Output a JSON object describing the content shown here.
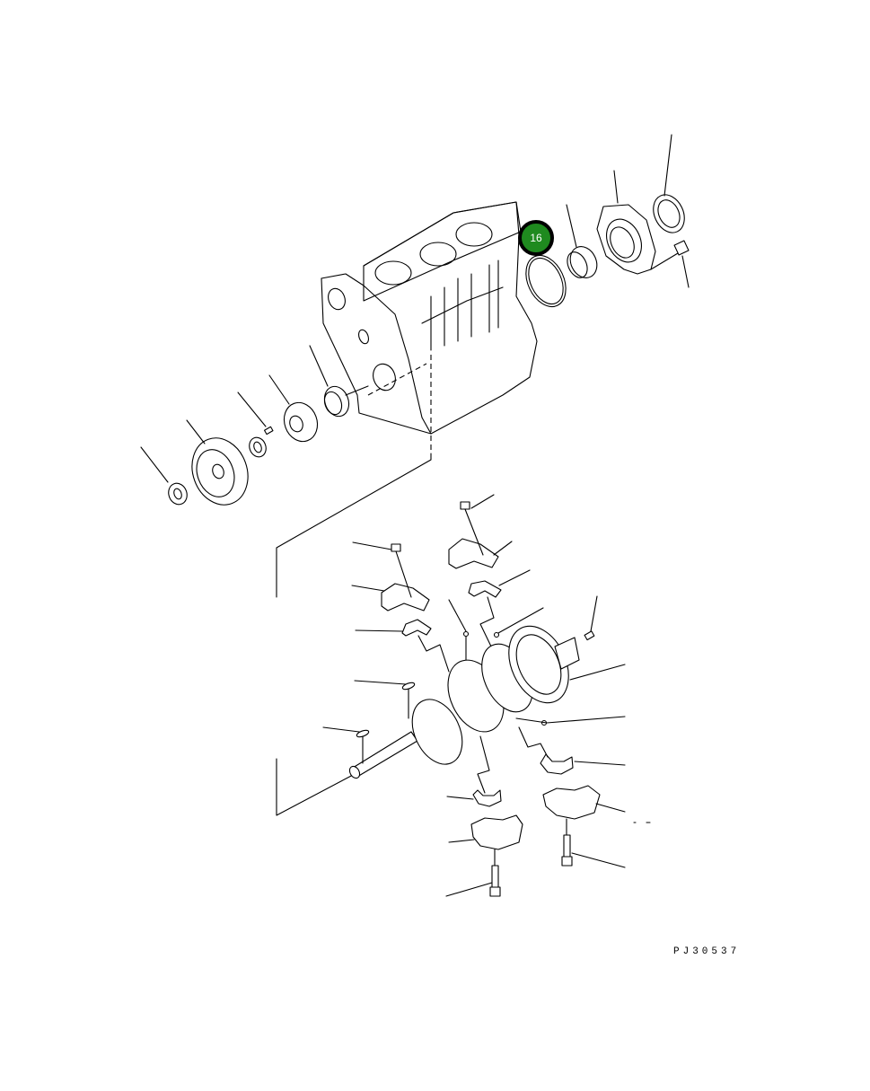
{
  "diagram": {
    "type": "exploded-parts-view",
    "subject": "engine cylinder block and crankshaft assembly",
    "callouts": [
      {
        "label": "16",
        "color": "#1f8a1f",
        "border_color": "#000000",
        "target": "o-ring seal"
      }
    ],
    "reference_code": "PJ30537",
    "parts": [
      "cylinder-block",
      "o-ring",
      "oil-seal",
      "rear-seal-housing",
      "ring-gear",
      "housing-bolt",
      "front-bushing",
      "crank-gear",
      "key-pin",
      "collar",
      "pulley",
      "pulley-nut",
      "main-bearing-cap",
      "cap-bolt",
      "bearing-shell",
      "crankshaft",
      "woodruff-key",
      "dowel-pin",
      "thrust-washer"
    ]
  }
}
